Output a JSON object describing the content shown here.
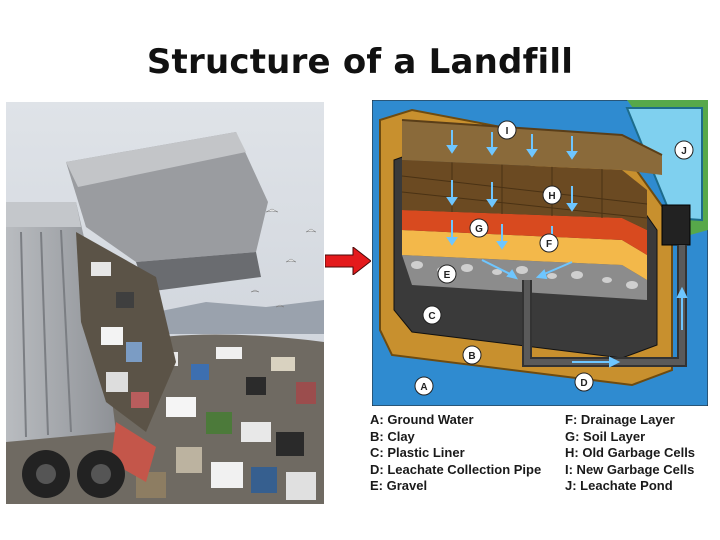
{
  "title": "Structure of a Landfill",
  "diagram": {
    "markers": [
      "A",
      "B",
      "C",
      "D",
      "E",
      "F",
      "G",
      "H",
      "I",
      "J"
    ]
  },
  "legend": {
    "left": [
      "A: Ground Water",
      "B: Clay",
      "C: Plastic Liner",
      "D: Leachate Collection Pipe",
      "E: Gravel"
    ],
    "right": [
      "F: Drainage Layer",
      "G: Soil Layer",
      "H: Old Garbage Cells",
      "I: New Garbage Cells",
      "J: Leachate Pond"
    ]
  },
  "colors": {
    "arrow": "#e41a1c",
    "water": "#3fa9d6",
    "clay": "#c8902e",
    "liner": "#3a3a3a",
    "gravel": "#8c8c8c",
    "drainage": "#f3b84a",
    "soil": "#d84a1f",
    "garbage": "#6b4a22"
  }
}
